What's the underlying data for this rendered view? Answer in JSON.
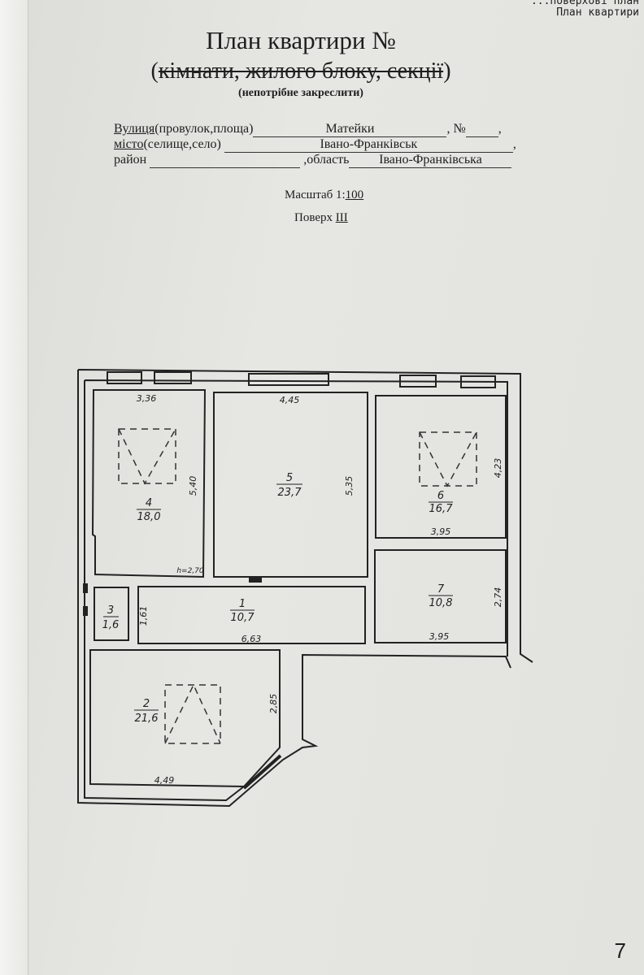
{
  "corner_header": {
    "line1": "...поверхові план",
    "line2": "План квартири"
  },
  "title": {
    "main": "План квартири №",
    "struck": "кімнати, жилого блоку, секції",
    "note": "(непотрібне закреслити)"
  },
  "address": {
    "street_label": "Вулиця",
    "street_suffix": "(провулок,площа)",
    "street": "Матейки",
    "number_label": ", №",
    "city_label": "місто",
    "city_suffix": "(селище,село)",
    "city": "Івано-Франківськ",
    "district_label": "район",
    "region_label": ",область",
    "region": "Івано-Франківська"
  },
  "scale": {
    "label": "Масштаб 1:",
    "value": "100"
  },
  "floor": {
    "label": "Поверх",
    "value": "III"
  },
  "plan": {
    "ceiling_height": "h=2,70",
    "rooms": [
      {
        "number": "1",
        "area": "10,7",
        "dims": [
          "6,63",
          "1,61"
        ]
      },
      {
        "number": "2",
        "area": "21,6",
        "dims": [
          "4,49",
          "2,85"
        ]
      },
      {
        "number": "3",
        "area": "1,6",
        "dims": []
      },
      {
        "number": "4",
        "area": "18,0",
        "dims": [
          "3,36",
          "5,40"
        ]
      },
      {
        "number": "5",
        "area": "23,7",
        "dims": [
          "4,45",
          "5,35"
        ]
      },
      {
        "number": "6",
        "area": "16,7",
        "dims": [
          "3,95",
          "4,23"
        ]
      },
      {
        "number": "7",
        "area": "10,8",
        "dims": [
          "3,95",
          "2,74"
        ]
      }
    ]
  },
  "page_number": "7"
}
